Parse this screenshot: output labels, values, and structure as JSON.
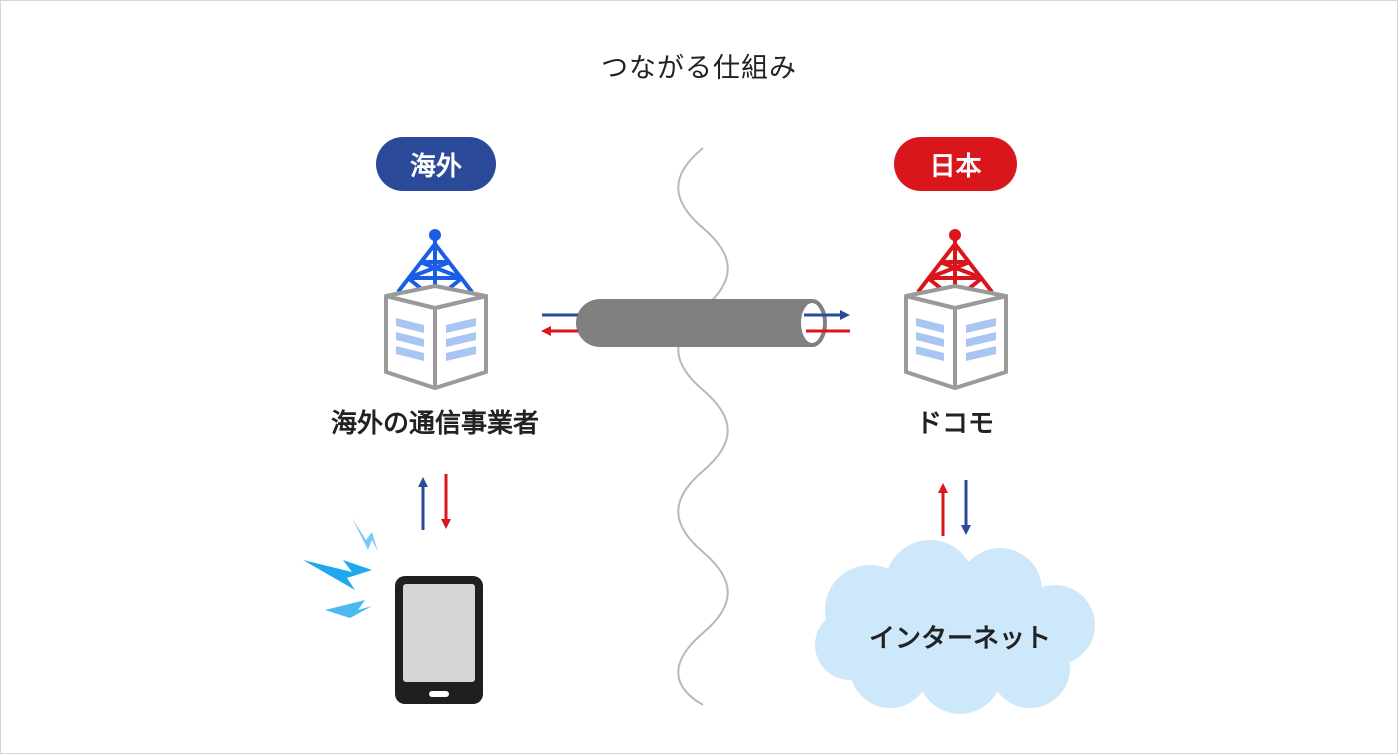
{
  "diagram": {
    "title": "つながる仕組み",
    "overseas": {
      "badge": "海外",
      "carrier_label": "海外の通信事業者"
    },
    "japan": {
      "badge": "日本",
      "carrier_label": "ドコモ",
      "internet_label": "インターネット"
    }
  },
  "colors": {
    "overseas_blue": "#2b4a9a",
    "tower_blue": "#1a5ee8",
    "japan_red": "#d9161c",
    "tube_gray": "#808080",
    "building_gray": "#9a9a9a",
    "window_blue": "#a9c6f2",
    "cloud_blue": "#cde8fb",
    "signal_blue": "#1fa9ec"
  },
  "icons": {
    "overseas_tower": "radio-tower-building-icon",
    "japan_tower": "radio-tower-building-icon",
    "tablet": "tablet-device-icon",
    "signal": "lightning-signal-icon",
    "cloud": "cloud-icon",
    "cable": "cable-tube-icon",
    "divider": "wavy-ocean-line"
  }
}
